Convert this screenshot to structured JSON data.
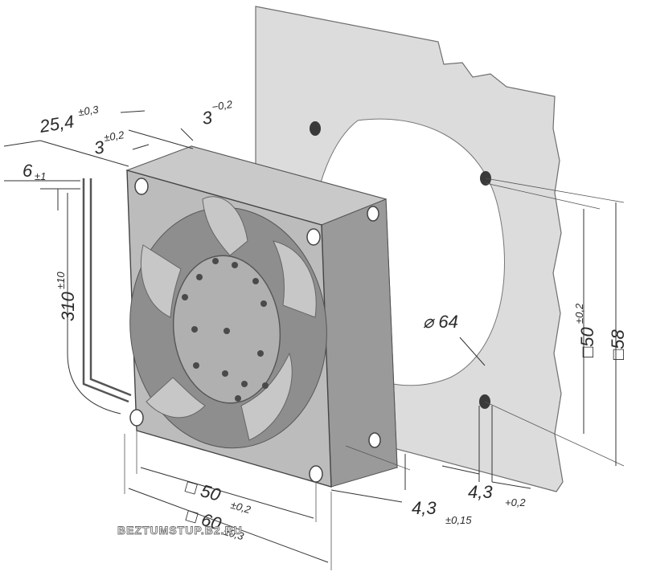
{
  "dimensions": {
    "depth": {
      "value": "25,4",
      "tol": "±0,3"
    },
    "flange_front": {
      "value": "3",
      "tol": "±0,2"
    },
    "flange_back": {
      "value": "3",
      "tol": "−0,2"
    },
    "lead_strip": {
      "value": "6",
      "tol": "±1"
    },
    "lead_length": {
      "value": "310",
      "tol": "±10"
    },
    "panel_hole_pitch": {
      "value": "□50",
      "tol": "±0,2"
    },
    "panel_outline": {
      "value": "□58"
    },
    "panel_cutout": {
      "value": "⌀ 64"
    },
    "panel_hole_dia": {
      "value": "4,3",
      "tol": "+0,2"
    },
    "fan_hole_pitch": {
      "value": "□ 50",
      "tol": "±0,2"
    },
    "fan_outline": {
      "value": "□ 60",
      "tol": "±0,3"
    },
    "fan_hole_dia": {
      "value": "4,3",
      "tol": "±0,15"
    }
  },
  "watermark": "BEZTUMSTUP.B2.RU",
  "colors": {
    "panel": "#dcdcdc",
    "frame": "#b9b9b9",
    "frame_dark": "#8e8e8e",
    "blade": "#c4c4c4",
    "hub": "#adadad",
    "line": "#333333"
  }
}
